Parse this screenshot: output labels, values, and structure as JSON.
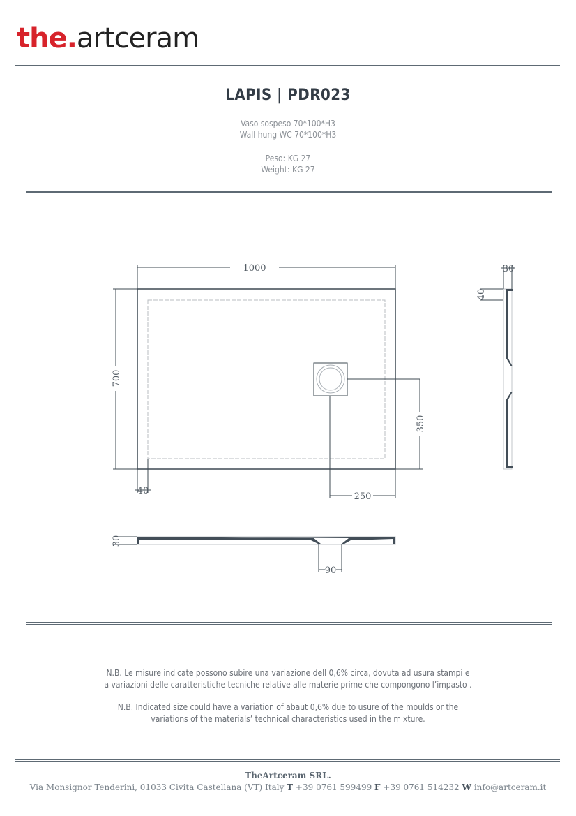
{
  "logo": {
    "part1": "the.",
    "part2": "artceram",
    "brand_color": "#d7232b"
  },
  "header": {
    "title": "LAPIS | PDR023",
    "desc_it": "Vaso sospeso 70*100*H3",
    "desc_en": "Wall hung WC 70*100*H3",
    "weight_it": "Peso: KG 27",
    "weight_en": "Weight: KG 27"
  },
  "drawing": {
    "plan": {
      "width": "1000",
      "depth": "700",
      "drain_from_side": "350",
      "drain_from_end": "250",
      "rim": "40"
    },
    "side": {
      "height": "30",
      "rim": "40"
    },
    "section": {
      "height": "30",
      "drain": "90"
    }
  },
  "notes": {
    "it_line1": "N.B. Le misure indicate possono subire una variazione dell 0,6% circa, dovuta ad usura stampi e",
    "it_line2": "a variazioni delle caratteristiche tecniche relative alle materie prime che compongono l’impasto .",
    "en_line1": "N.B. Indicated size could have a variation of abaut 0,6% due to usure of the moulds or the",
    "en_line2": "variations of the materials’ technical characteristics used in the mixture."
  },
  "footer": {
    "company": "TheArtceram SRL.",
    "address": "Via Monsignor Tenderini, 01033 Civita Castellana (VT) Italy ",
    "t_label": "T",
    "phone": " +39 0761 599499 ",
    "f_label": "F",
    "fax": " +39 0761 514232 ",
    "w_label": "W",
    "email": " info@artceram.it"
  }
}
